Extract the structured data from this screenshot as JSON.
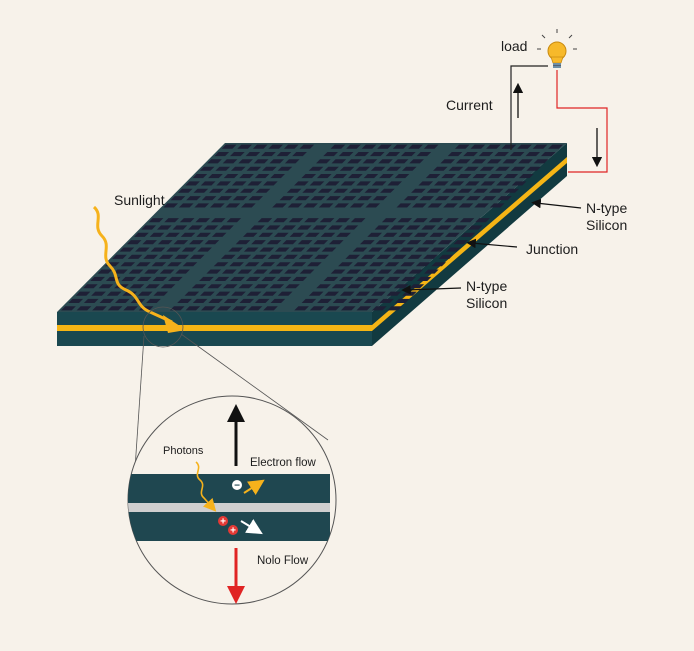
{
  "labels": {
    "load": "load",
    "current": "Current",
    "sunlight": "Sunlight",
    "ntype_top": [
      "N-type",
      "Silicon"
    ],
    "junction": "Junction",
    "ntype_bottom": [
      "N-type",
      "Silicon"
    ],
    "photons": "Photons",
    "electron_flow": "Electron flow",
    "hole_flow": "Nolo Flow"
  },
  "symbols": {
    "electron": "−",
    "hole": "+"
  },
  "icons": {
    "load": "light-bulb-icon"
  },
  "colors": {
    "background": "#f7f2ea",
    "panel_top": "#1f4750",
    "panel_side": "#153a41",
    "cell": "#1e2036",
    "junction_stripe": "#f5b515",
    "sunlight": "#f6b21b",
    "wire_return": "#e02424",
    "hole": "#e53935",
    "zoom_gap": "#cfcfcf"
  }
}
